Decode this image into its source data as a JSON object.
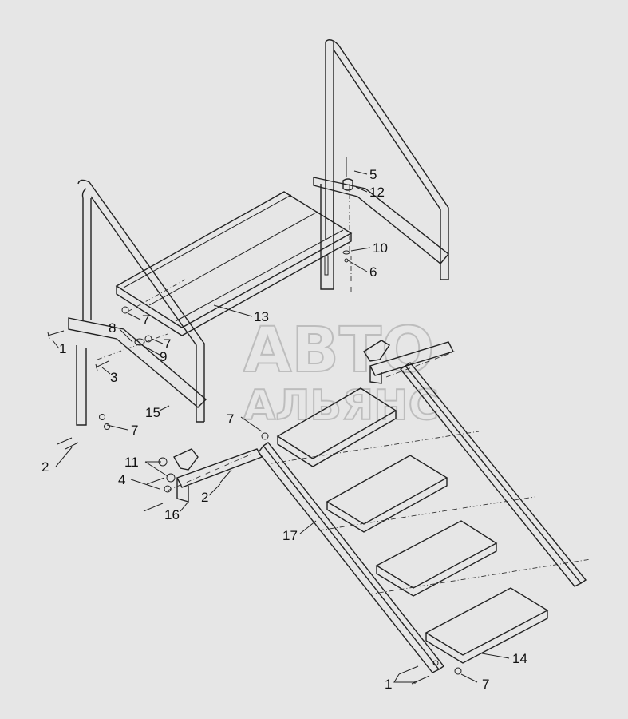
{
  "watermark": {
    "line1": "АВТО",
    "line2": "АЛЬЯНС"
  },
  "callouts": [
    {
      "id": "c5",
      "text": "5"
    },
    {
      "id": "c12",
      "text": "12"
    },
    {
      "id": "c10",
      "text": "10"
    },
    {
      "id": "c6",
      "text": "6"
    },
    {
      "id": "c13",
      "text": "13"
    },
    {
      "id": "c7a",
      "text": "7"
    },
    {
      "id": "c8",
      "text": "8"
    },
    {
      "id": "c7b",
      "text": "7"
    },
    {
      "id": "c1a",
      "text": "1"
    },
    {
      "id": "c9",
      "text": "9"
    },
    {
      "id": "c3",
      "text": "3"
    },
    {
      "id": "c15",
      "text": "15"
    },
    {
      "id": "c7c",
      "text": "7"
    },
    {
      "id": "c7d",
      "text": "7"
    },
    {
      "id": "c2a",
      "text": "2"
    },
    {
      "id": "c11",
      "text": "11"
    },
    {
      "id": "c4",
      "text": "4"
    },
    {
      "id": "c2b",
      "text": "2"
    },
    {
      "id": "c16",
      "text": "16"
    },
    {
      "id": "c17",
      "text": "17"
    },
    {
      "id": "c14",
      "text": "14"
    },
    {
      "id": "c1b",
      "text": "1"
    },
    {
      "id": "c7e",
      "text": "7"
    }
  ]
}
